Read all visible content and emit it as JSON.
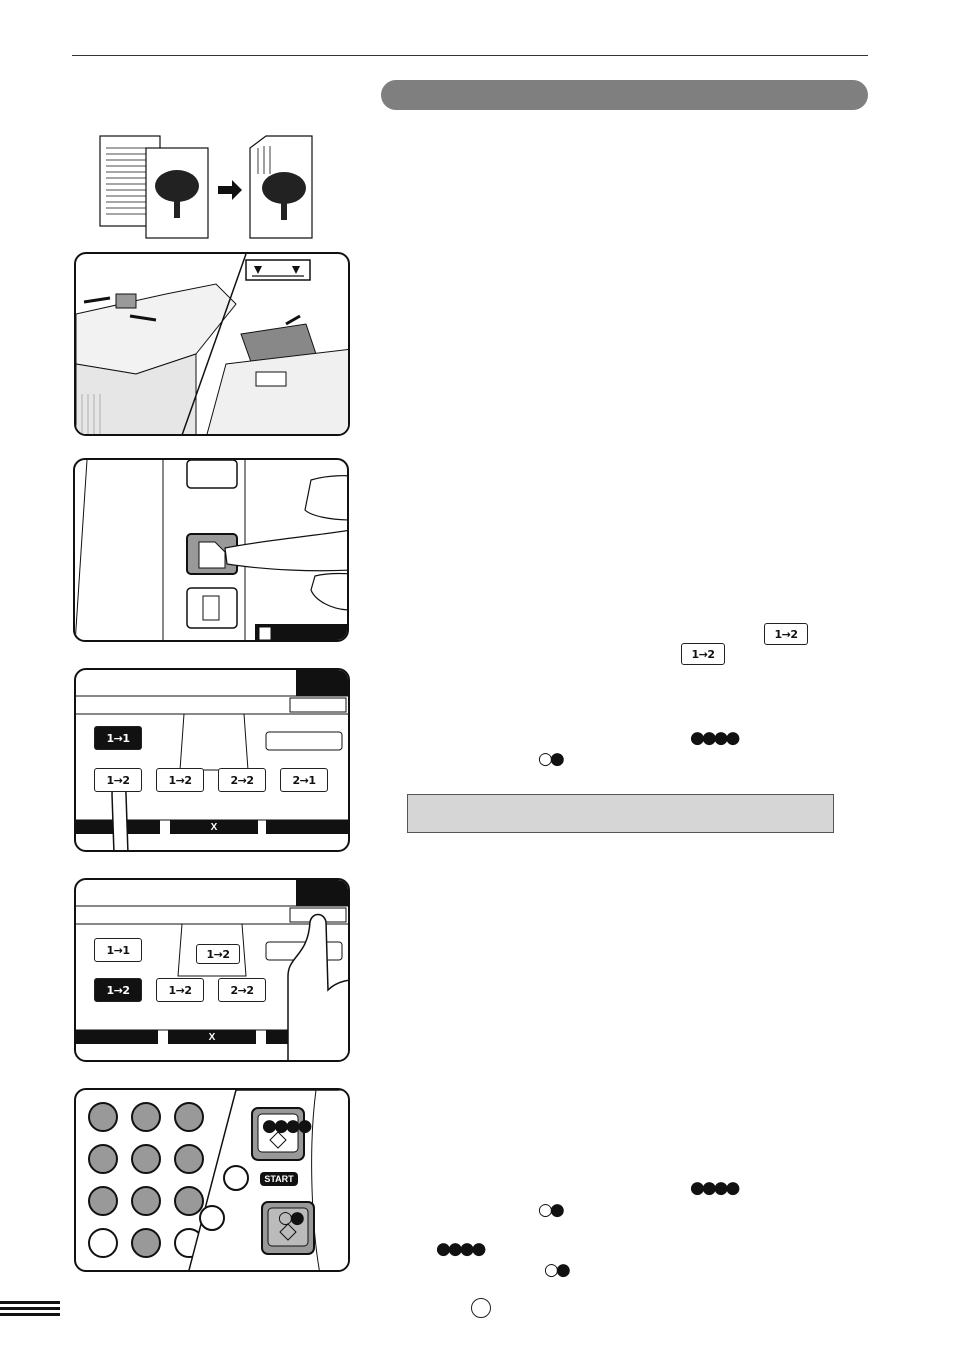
{
  "screen": {
    "close_mark": "X",
    "modes": [
      "1→1",
      "1→2",
      "1→2",
      "2→2",
      "2→1"
    ]
  },
  "keypad": {
    "start_label": "START"
  }
}
